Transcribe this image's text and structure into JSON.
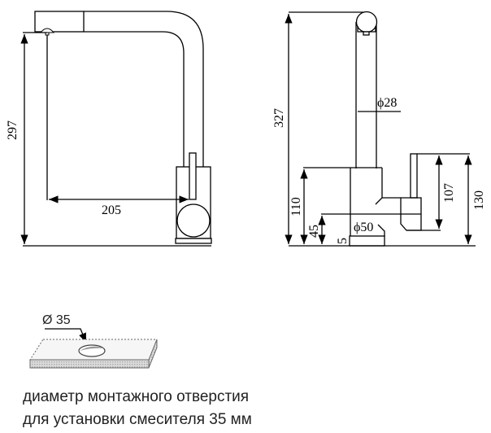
{
  "front_view": {
    "height_label": "297",
    "reach_label": "205"
  },
  "side_view": {
    "height_label": "327",
    "pipe_diameter_label": "ϕ28",
    "body_height_label": "110",
    "outlet_height_label": "45",
    "base_label": "5",
    "body_diameter_label": "ϕ50",
    "handle_height_label": "107",
    "total_handle_height_label": "130"
  },
  "mounting": {
    "hole_label": "Ø 35",
    "caption_line1": "диаметр монтажного отверстия",
    "caption_line2": "для установки смесителя 35 мм"
  }
}
